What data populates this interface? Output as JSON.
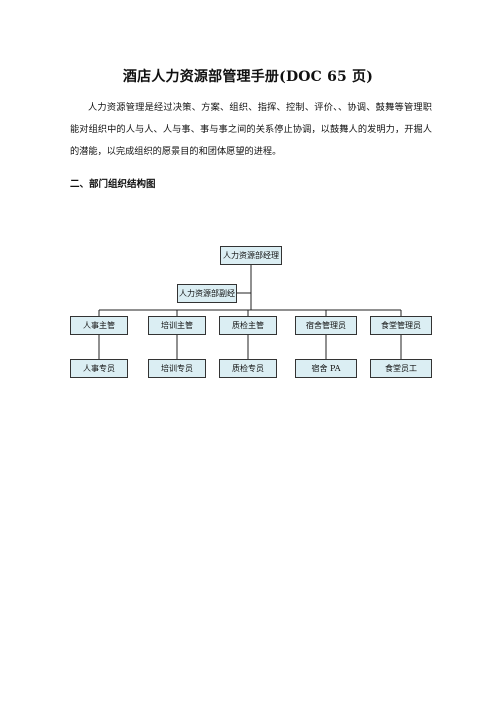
{
  "doc": {
    "title": "酒店人力资源部管理手册(DOC 65 页)",
    "paragraph": "人力资源管理是经过决策、方案、组织、指挥、控制、评价、、协调、鼓舞等管理职能对组织中的人与人、人与事、事与事之间的关系停止协调，以鼓舞人的发明力，开掘人的潜能，以完成组织的愿景目的和团体愿望的进程。",
    "section_heading": "二、部门组织结构图"
  },
  "org_chart": {
    "manager": "人力资源部经理",
    "deputy": "人力资源部副经",
    "supervisors": [
      "人事主管",
      "培训主管",
      "质检主管",
      "宿舍管理员",
      "食堂管理员"
    ],
    "staff": [
      "人事专员",
      "培训专员",
      "质检专员",
      "宿舍 PA",
      "食堂员工"
    ]
  }
}
